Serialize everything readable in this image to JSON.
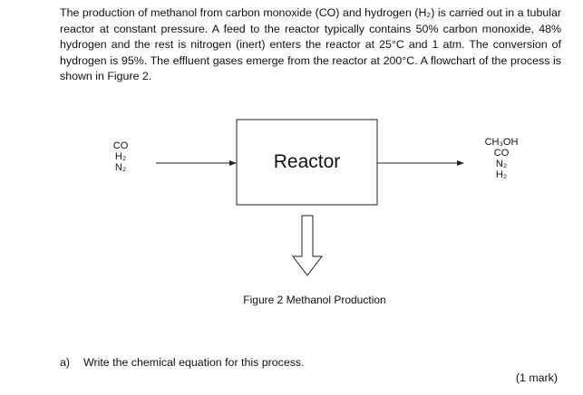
{
  "intro": {
    "text": "The production of methanol from carbon monoxide (CO) and hydrogen (H₂) is carried out in a tubular reactor at constant pressure. A feed to the reactor typically contains 50% carbon monoxide, 48% hydrogen and the rest is nitrogen (inert) enters the reactor at 25°C and 1 atm. The conversion of hydrogen is 95%. The effluent gases emerge from the reactor at 200°C. A flowchart of the process is shown in Figure 2."
  },
  "diagram": {
    "feed": [
      "CO",
      "H₂",
      "N₂"
    ],
    "reactor_label": "Reactor",
    "effluent": [
      "CH₃OH",
      "CO",
      "N₂",
      "H₂"
    ]
  },
  "caption": "Figure 2 Methanol Production",
  "question": {
    "number": "a)",
    "text": "Write the chemical equation for this process.",
    "marks": "(1 mark)"
  }
}
